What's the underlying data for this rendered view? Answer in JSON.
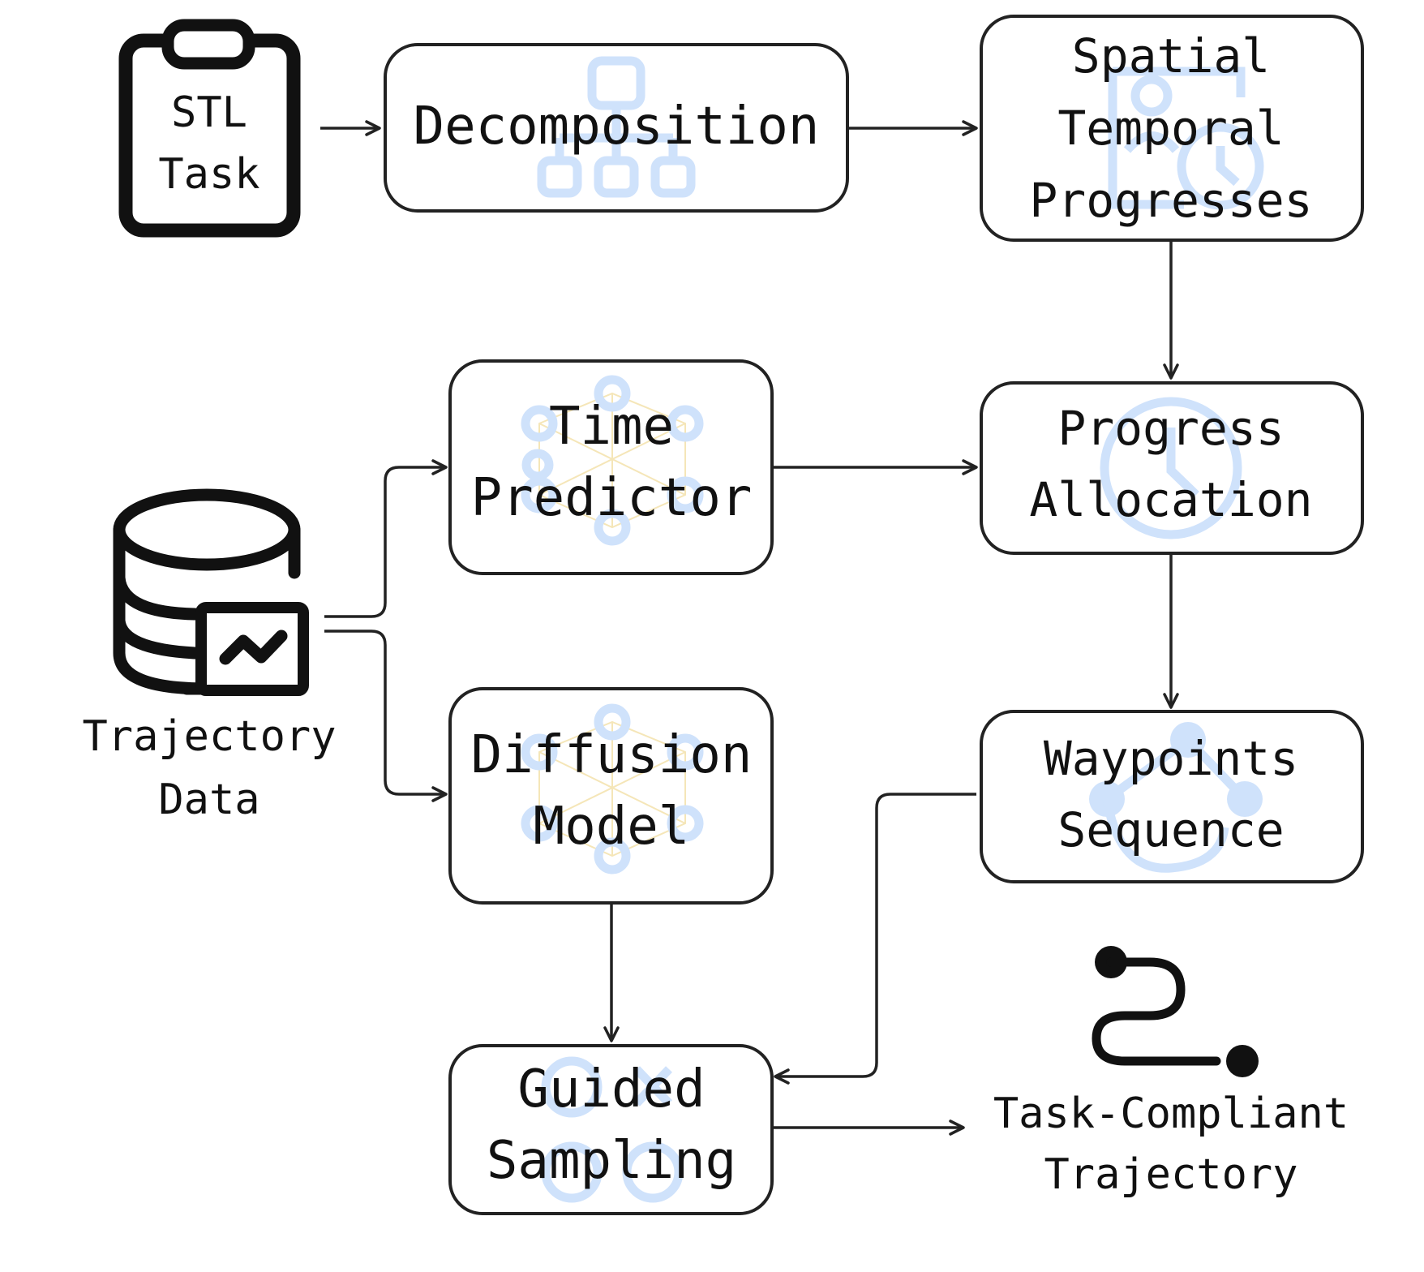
{
  "nodes": {
    "stl_task": [
      "STL",
      "Task"
    ],
    "decomposition": [
      "Decomposition"
    ],
    "spatial_temporal": [
      "Spatial",
      "Temporal",
      "Progresses"
    ],
    "trajectory_data": [
      "Trajectory",
      "Data"
    ],
    "time_predictor": [
      "Time",
      "Predictor"
    ],
    "progress_allocation": [
      "Progress",
      "Allocation"
    ],
    "diffusion_model": [
      "Diffusion",
      "Model"
    ],
    "waypoints_sequence": [
      "Waypoints",
      "Sequence"
    ],
    "guided_sampling": [
      "Guided",
      "Sampling"
    ],
    "task_compliant": [
      "Task-Compliant",
      "Trajectory"
    ]
  },
  "icons": {
    "stl_task": "clipboard-icon",
    "trajectory_data": "database-chart-icon",
    "decomposition": "hierarchy-icon",
    "spatial_temporal": "person-clock-icon",
    "time_predictor": "neural-network-icon",
    "progress_allocation": "clock-icon",
    "diffusion_model": "neural-network-icon",
    "waypoints_sequence": "route-icon",
    "guided_sampling": "circles-icon",
    "task_compliant": "path-icon"
  },
  "colors": {
    "stroke": "#222222",
    "watermark_blue": "#cfe2fb",
    "watermark_yellow": "#f5e6b8"
  }
}
